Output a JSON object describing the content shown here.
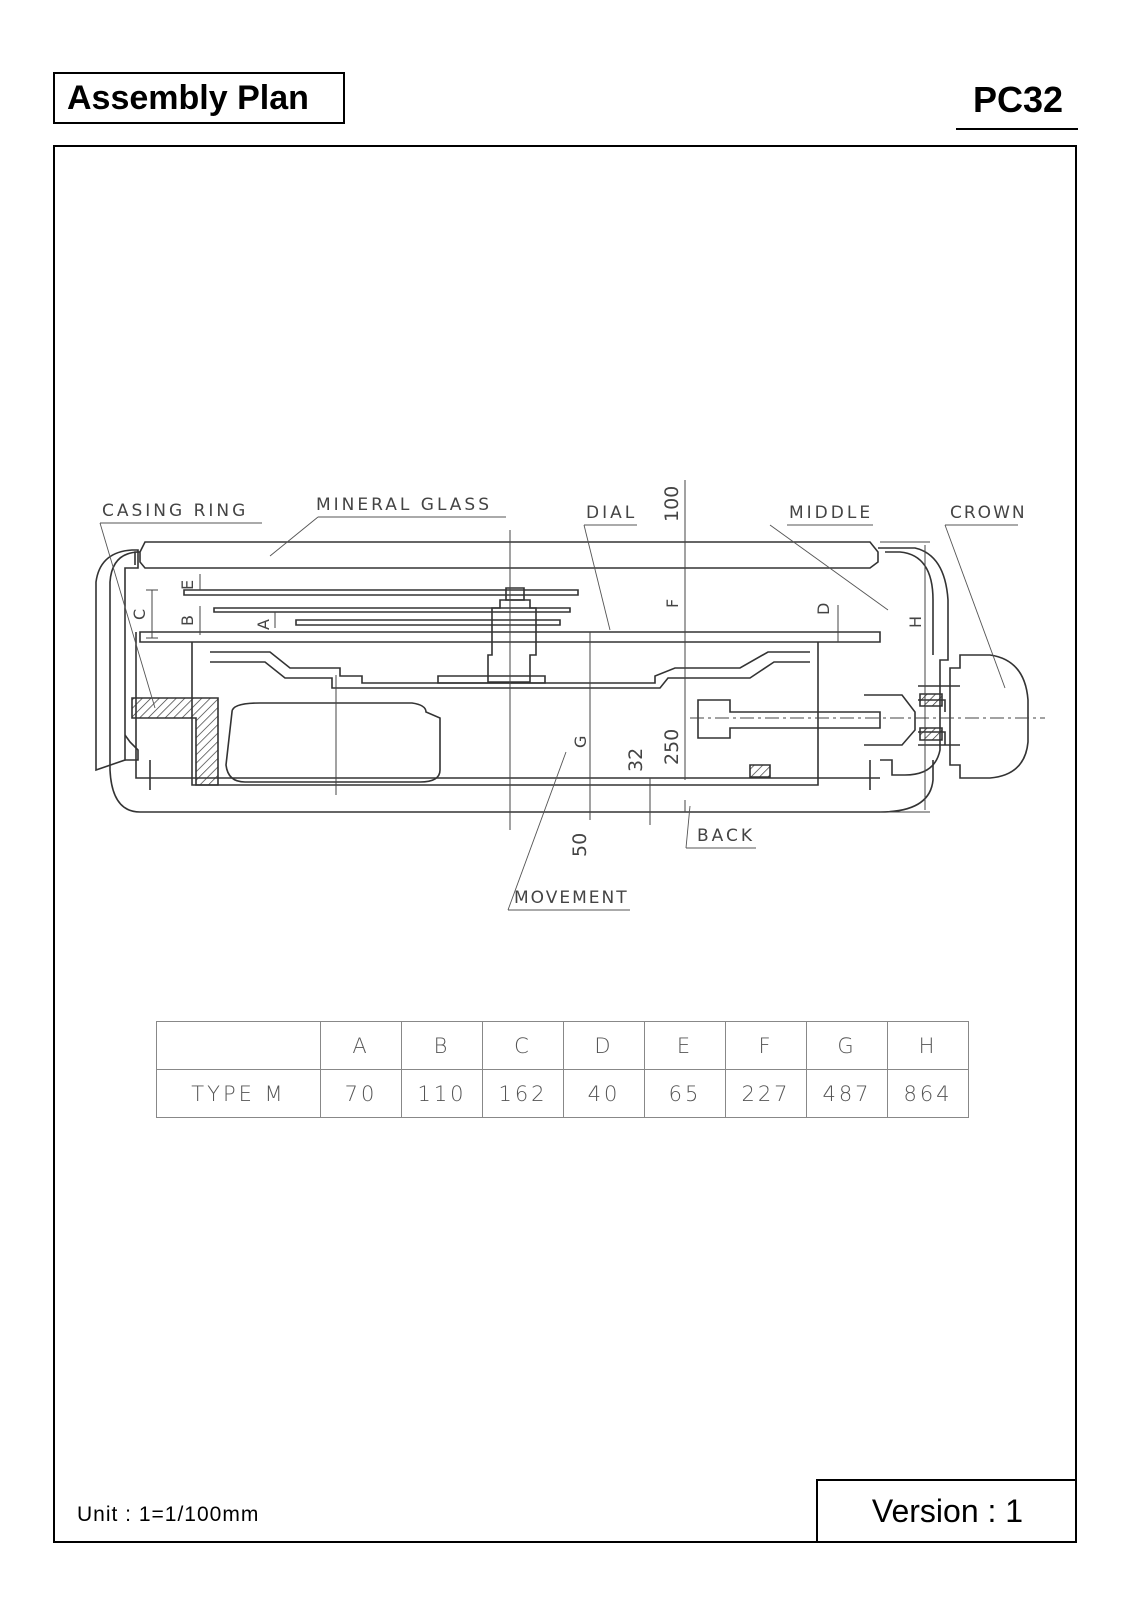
{
  "header": {
    "title": "Assembly Plan",
    "model": "PC32"
  },
  "diagram": {
    "parts": {
      "casing_ring": "CASING RING",
      "mineral_glass": "MINERAL GLASS",
      "dial": "DIAL",
      "middle": "MIDDLE",
      "crown": "CROWN",
      "back": "BACK",
      "movement": "MOVEMENT"
    },
    "dimension_letters": {
      "a": "A",
      "b": "B",
      "c": "C",
      "d": "D",
      "e": "E",
      "f": "F",
      "g": "G",
      "h": "H"
    },
    "dimension_values": {
      "top_gap": "100",
      "movement_height": "250",
      "back_gap": "32",
      "back_thickness": "50"
    }
  },
  "table": {
    "headers": [
      "",
      "A",
      "B",
      "C",
      "D",
      "E",
      "F",
      "G",
      "H"
    ],
    "rows": [
      [
        "TYPE M",
        "70",
        "110",
        "162",
        "40",
        "65",
        "227",
        "487",
        "864"
      ]
    ]
  },
  "footer": {
    "unit": "Unit  : 1=1/100mm",
    "version": "Version :  1"
  }
}
